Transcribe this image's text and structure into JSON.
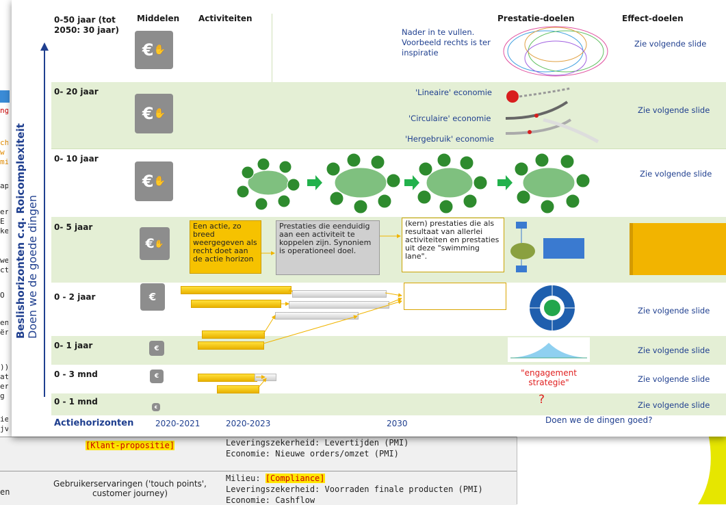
{
  "background_doc": {
    "left_cells": [
      "ng",
      "ch",
      "w",
      "mi",
      "ap",
      "er",
      "E",
      "ke",
      "we",
      "ct",
      "O",
      "en",
      "ër",
      "))",
      "at",
      "er",
      "g",
      "ie",
      "jv."
    ],
    "row1_left": "[Klant-propositie]",
    "row1_right_1": "Leveringszekerheid: Levertijden (PMI)",
    "row1_right_2": "Economie: Nieuwe orders/omzet (PMI)",
    "row2_leftcut": "en",
    "row2_left": "Gebruikerservaringen ('touch points', customer journey)",
    "row2_right_1a": "Milieu: ",
    "row2_right_1b": "[Compliance]",
    "row2_right_2": "Leveringszekerheid: Voorraden finale producten (PMI)",
    "row2_right_3": "Economie: Cashflow"
  },
  "slide": {
    "vertical_axis_line1": "Beslishorizonten c.q. Roicomplexiteit",
    "vertical_axis_line2": "Doen we de goede dingen",
    "headers": {
      "middelen": "Middelen",
      "activiteiten": "Activiteiten",
      "prestatie": "Prestatie-doelen",
      "effect": "Effect-doelen"
    },
    "rows": [
      {
        "horizon": "0-50 jaar (tot 2050: 30 jaar)",
        "effect": "Zie volgende slide"
      },
      {
        "horizon": "0- 20 jaar",
        "effect": "Zie volgende slide"
      },
      {
        "horizon": "0- 10 jaar",
        "effect": "Zie volgende slide"
      },
      {
        "horizon": "0- 5 jaar",
        "effect": ""
      },
      {
        "horizon": "0 - 2 jaar",
        "effect": "Zie volgende slide"
      },
      {
        "horizon": "0- 1 jaar",
        "effect": "Zie volgende slide"
      },
      {
        "horizon": "0 - 3 mnd",
        "effect": "Zie volgende slide"
      },
      {
        "horizon": "0 - 1 mnd",
        "effect": "Zie volgende slide"
      }
    ],
    "note_fill": "Nader in te vullen. Voorbeeld rechts is ter inspiratie",
    "economies": [
      "'Lineaire' economie",
      "'Circulaire' economie",
      "'Hergebruik' economie"
    ],
    "box_action": "Een actie, zo breed weergegeven als recht doet aan de actie horizon",
    "box_prestaties": "Prestaties die eenduidig aan een activiteit te koppelen zijn. Synoniem is operationeel doel.",
    "box_kern": "(kern) prestaties die als resultaat van allerlei activiteiten en prestaties uit deze \"swimming lane\".",
    "engagement": "\"engagement strategie\"",
    "question": "?",
    "bottom_axis": {
      "title": "Actiehorizonten",
      "labels": [
        "2020-2021",
        "2020-2023",
        "2030"
      ],
      "right": "Doen we de dingen goed?"
    }
  },
  "colors": {
    "row_green": "#e4efd5",
    "blue_text": "#1f3f8f",
    "yellow": "#f6c200",
    "accent_yellow": "#e6e600"
  }
}
